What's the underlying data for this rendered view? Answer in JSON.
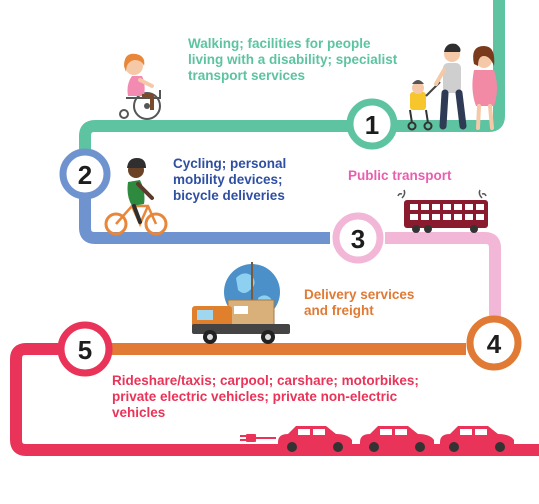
{
  "colors": {
    "walking": "#5dc3a0",
    "cycling": "#6f93cf",
    "public_transport": "#f2b6d6",
    "delivery": "#e07a34",
    "private": "#ea3358",
    "dark_red": "#8a1a2e"
  },
  "steps": [
    {
      "number": "1",
      "lines": [
        "Walking; facilities for people",
        "living with a disability; specialist",
        "transport services"
      ]
    },
    {
      "number": "2",
      "lines": [
        "Cycling; personal",
        "mobility devices;",
        "bicycle deliveries"
      ]
    },
    {
      "number": "3",
      "lines": [
        "Public transport"
      ]
    },
    {
      "number": "4",
      "lines": [
        "Delivery services",
        "and freight"
      ]
    },
    {
      "number": "5",
      "lines": [
        "Rideshare/taxis; carpool; carshare; motorbikes;",
        "private electric vehicles; private non-electric",
        "vehicles"
      ]
    }
  ],
  "icons": {
    "wheelchair_user": "wheelchair-user-icon",
    "family_walking": "family-walking-icon",
    "cyclist": "cyclist-icon",
    "bus": "double-decker-bus-icon",
    "truck": "delivery-truck-icon",
    "cars": "car-icon",
    "plug": "electric-plug-icon"
  }
}
